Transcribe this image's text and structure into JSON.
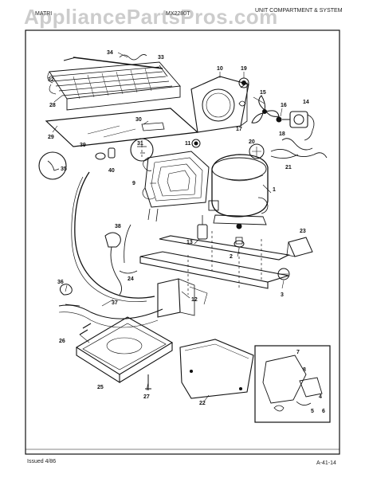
{
  "watermark": "AppliancePartsPros.com",
  "header": {
    "left": "MATRI",
    "mid": "MX2280T",
    "right_line1": "UNIT COMPARTMENT & SYSTEM",
    "right_line2": ""
  },
  "footer": {
    "issue": "Issued 4/86",
    "page_code": "A-41-14"
  },
  "callouts": [
    "1",
    "2",
    "3",
    "4",
    "5",
    "6",
    "7",
    "8",
    "9",
    "10",
    "11",
    "12",
    "13",
    "14",
    "15",
    "16",
    "17",
    "18",
    "19",
    "20",
    "21",
    "22",
    "23",
    "24",
    "25",
    "26",
    "27",
    "28",
    "29",
    "30",
    "31",
    "32",
    "33",
    "34",
    "35",
    "36",
    "37",
    "38",
    "39",
    "40"
  ],
  "colors": {
    "ink": "#111111",
    "paper": "#ffffff",
    "watermark": "#8a8a8a"
  }
}
